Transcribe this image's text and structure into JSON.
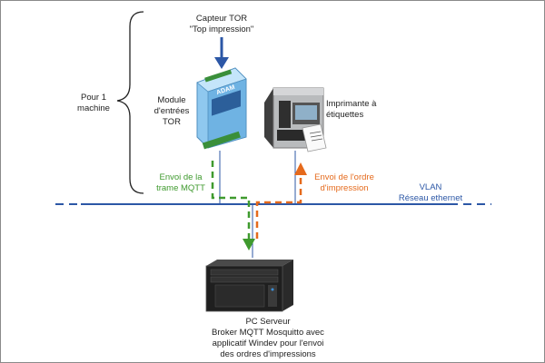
{
  "sensor": {
    "line1": "Capteur TOR",
    "line2": "\"Top impression\""
  },
  "machine_scope": {
    "line1": "Pour 1",
    "line2": "machine"
  },
  "io_module": {
    "line1": "Module",
    "line2": "d'entrées",
    "line3": "TOR",
    "brand": "ADAM"
  },
  "printer": {
    "line1": "Imprimante à",
    "line2": "étiquettes"
  },
  "mqtt_frame": {
    "line1": "Envoi de la",
    "line2": "trame MQTT"
  },
  "print_order": {
    "line1": "Envoi de l'ordre",
    "line2": "d'impression"
  },
  "network": {
    "line1": "VLAN",
    "line2": "Réseau ethernet"
  },
  "server": {
    "line1": "PC Serveur",
    "line2": "Broker MQTT Mosquitto avec",
    "line3": "applicatif Windev pour l'envoi",
    "line4": "des ordres d'impressions"
  },
  "colors": {
    "network": "#2c57a6",
    "mqtt": "#3f9a2e",
    "print": "#e56a1c",
    "sensor_arrow": "#2c57a6"
  }
}
